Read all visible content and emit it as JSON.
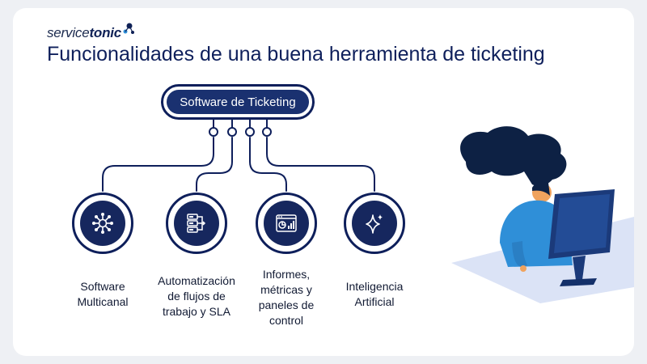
{
  "logo": {
    "part1": "service",
    "part2": "tonic"
  },
  "title": "Funcionalidades de una buena herramienta de ticketing",
  "root": {
    "label": "Software de Ticketing"
  },
  "features": [
    {
      "label_lines": [
        "Software",
        "Multicanal"
      ],
      "icon": "network-hub-icon"
    },
    {
      "label_lines": [
        "Automatización",
        "de flujos de",
        "trabajo y SLA"
      ],
      "icon": "workflow-icon"
    },
    {
      "label_lines": [
        "Informes,",
        "métricas y",
        "paneles de",
        "control"
      ],
      "icon": "dashboard-report-icon"
    },
    {
      "label_lines": [
        "Inteligencia",
        "Artificial"
      ],
      "icon": "sparkle-ai-icon"
    }
  ],
  "colors": {
    "navy": "#0e1f5b",
    "circle_fill": "#16275e",
    "accent_blue": "#2f8fd8",
    "hair": "#0d2144",
    "monitor": "#1b3a7a",
    "desk": "#dbe3f6"
  }
}
